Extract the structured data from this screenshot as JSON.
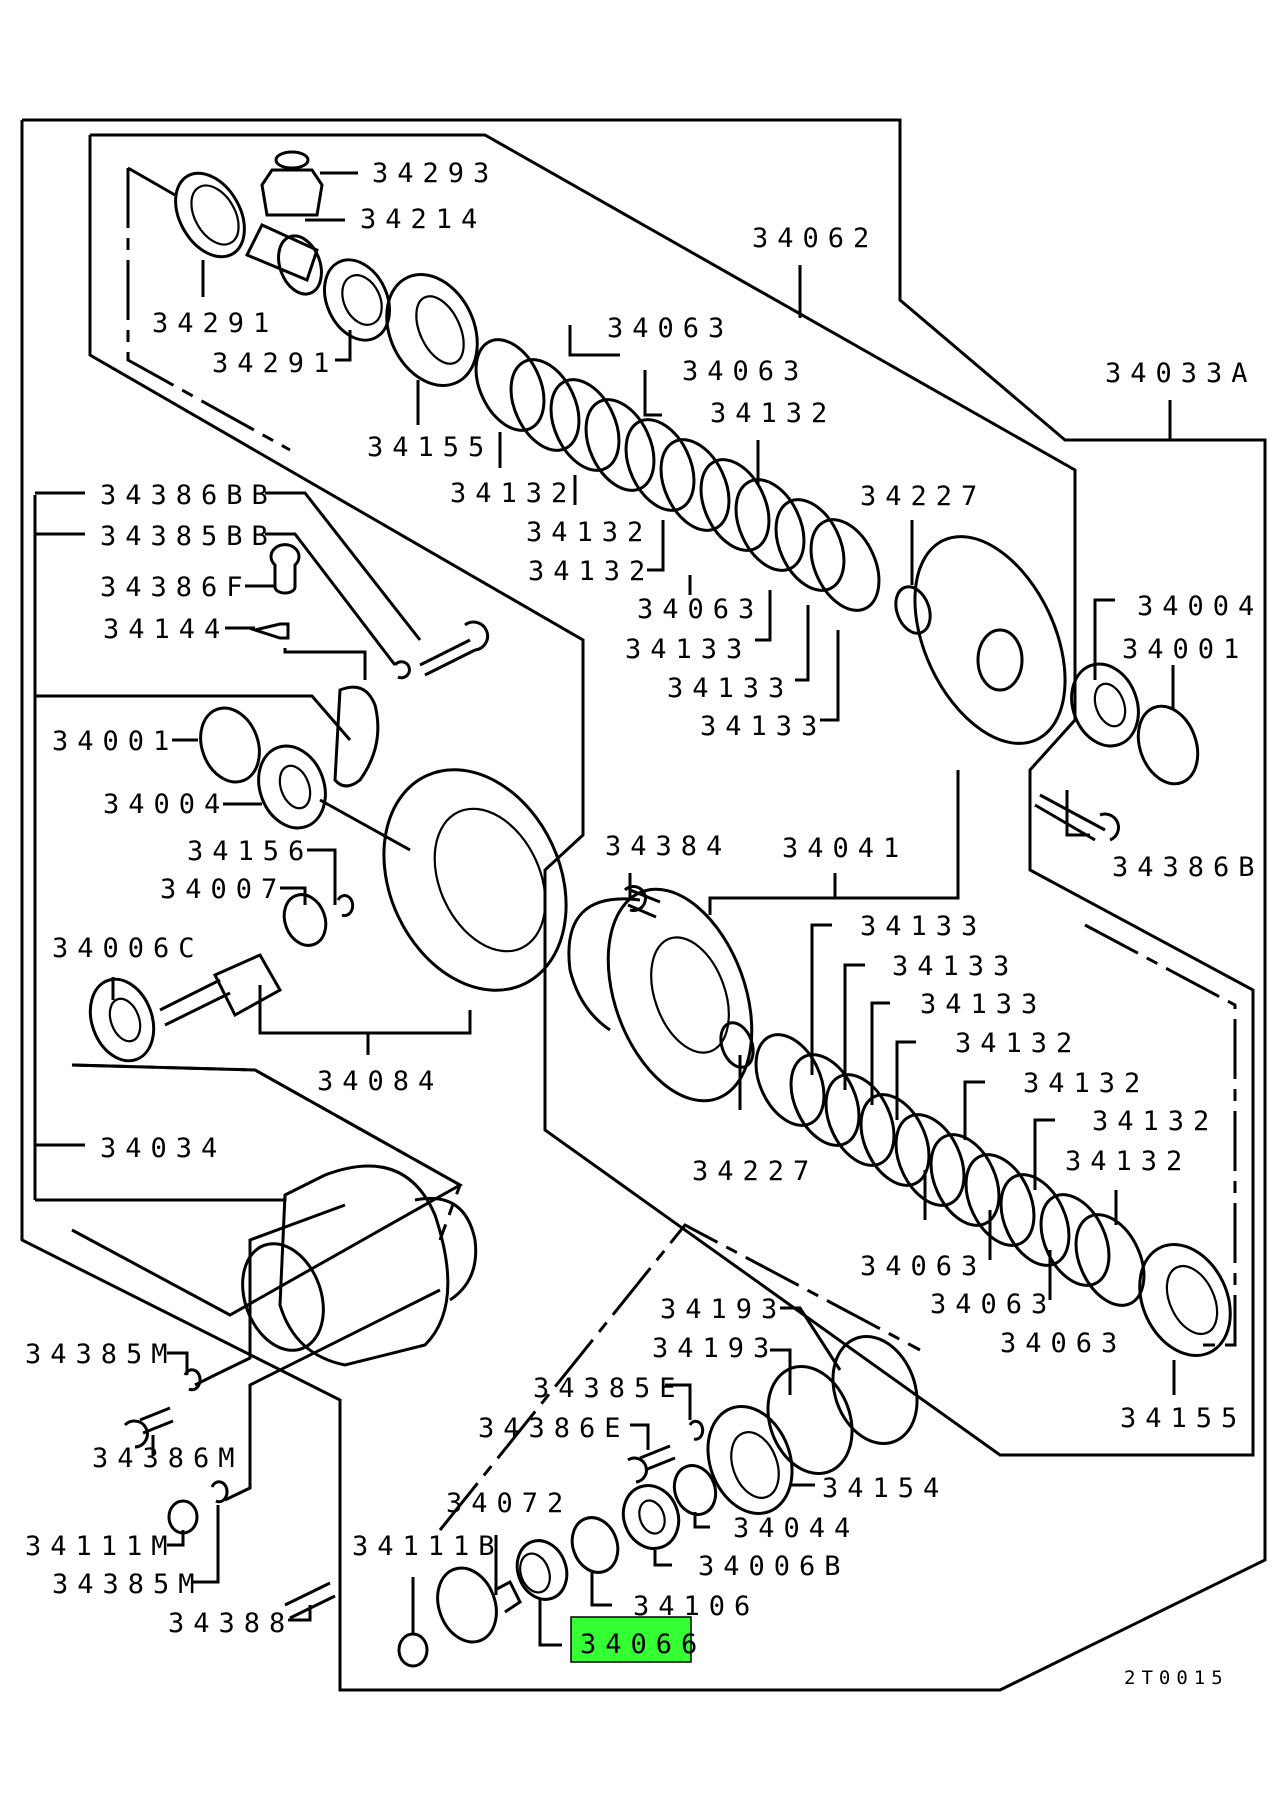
{
  "diagram": {
    "title_code": "2T0015",
    "highlight_color": "#33ff33",
    "highlighted_part": "34066",
    "labels": {
      "p34293": "34293",
      "p34214": "34214",
      "p34291a": "34291",
      "p34291b": "34291",
      "p34155a": "34155",
      "p34062": "34062",
      "p34063a": "34063",
      "p34063b": "34063",
      "p34132a": "34132",
      "p34132b": "34132",
      "p34132c": "34132",
      "p34132d": "34132",
      "p34033a": "34033A",
      "p34227a": "34227",
      "p34063c": "34063",
      "p34133a": "34133",
      "p34133b": "34133",
      "p34133c": "34133",
      "p34004a": "34004",
      "p34001a": "34001",
      "p34386b": "34386B",
      "p34386bb": "34386BB",
      "p34385bb": "34385BB",
      "p34386f": "34386F",
      "p34144": "34144",
      "p34001b": "34001",
      "p34004b": "34004",
      "p34156": "34156",
      "p34007": "34007",
      "p34006c": "34006C",
      "p34084": "34084",
      "p34384": "34384",
      "p34041": "34041",
      "p34133d": "34133",
      "p34133e": "34133",
      "p34133f": "34133",
      "p34132e": "34132",
      "p34132f": "34132",
      "p34132g": "34132",
      "p34132h": "34132",
      "p34227b": "34227",
      "p34063d": "34063",
      "p34063e": "34063",
      "p34063f": "34063",
      "p34155b": "34155",
      "p34034": "34034",
      "p34193a": "34193",
      "p34193b": "34193",
      "p34385e": "34385E",
      "p34386e": "34386E",
      "p34154": "34154",
      "p34044": "34044",
      "p34072": "34072",
      "p34006b": "34006B",
      "p34111b": "34111B",
      "p34106": "34106",
      "p34066": "34066",
      "p34385m_a": "34385M",
      "p34386m": "34386M",
      "p34111m": "34111M",
      "p34385m_b": "34385M",
      "p34388": "34388"
    }
  }
}
